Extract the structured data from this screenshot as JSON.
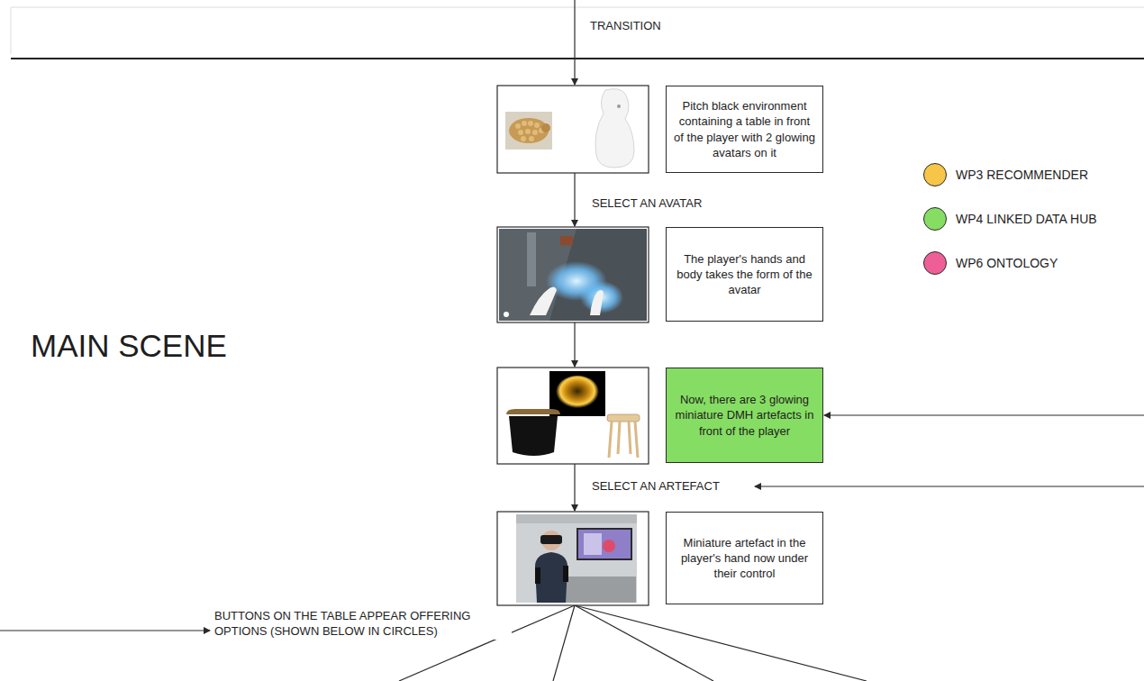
{
  "diagram": {
    "title": "MAIN SCENE",
    "nodes": [
      {
        "text": [
          "Pitch black environment containing a table in front of the player with 2 glowing avatars on it"
        ]
      },
      {
        "text": [
          "The player's hands and body takes the form of the avatar"
        ]
      },
      {
        "text": [
          "Now, there are 3 glowing miniature DMH artefacts in front of the player"
        ]
      },
      {
        "text": [
          "Miniature artefact in the player's hand now under their control"
        ]
      }
    ],
    "labels": [
      "TRANSITION",
      "SELECT AN AVATAR",
      "SELECT AN ARTEFACT",
      "BUTTONS ON THE TABLE APPEAR OFFERING OPTIONS (SHOWN BELOW IN CIRCLES)"
    ],
    "legend": [
      {
        "text": "WP3 RECOMMENDER",
        "color": "#f7c548"
      },
      {
        "text": "WP4 LINKED DATA HUB",
        "color": "#86dd63"
      },
      {
        "text": "WP6 ONTOLOGY",
        "color": "#ee5f98"
      }
    ]
  }
}
